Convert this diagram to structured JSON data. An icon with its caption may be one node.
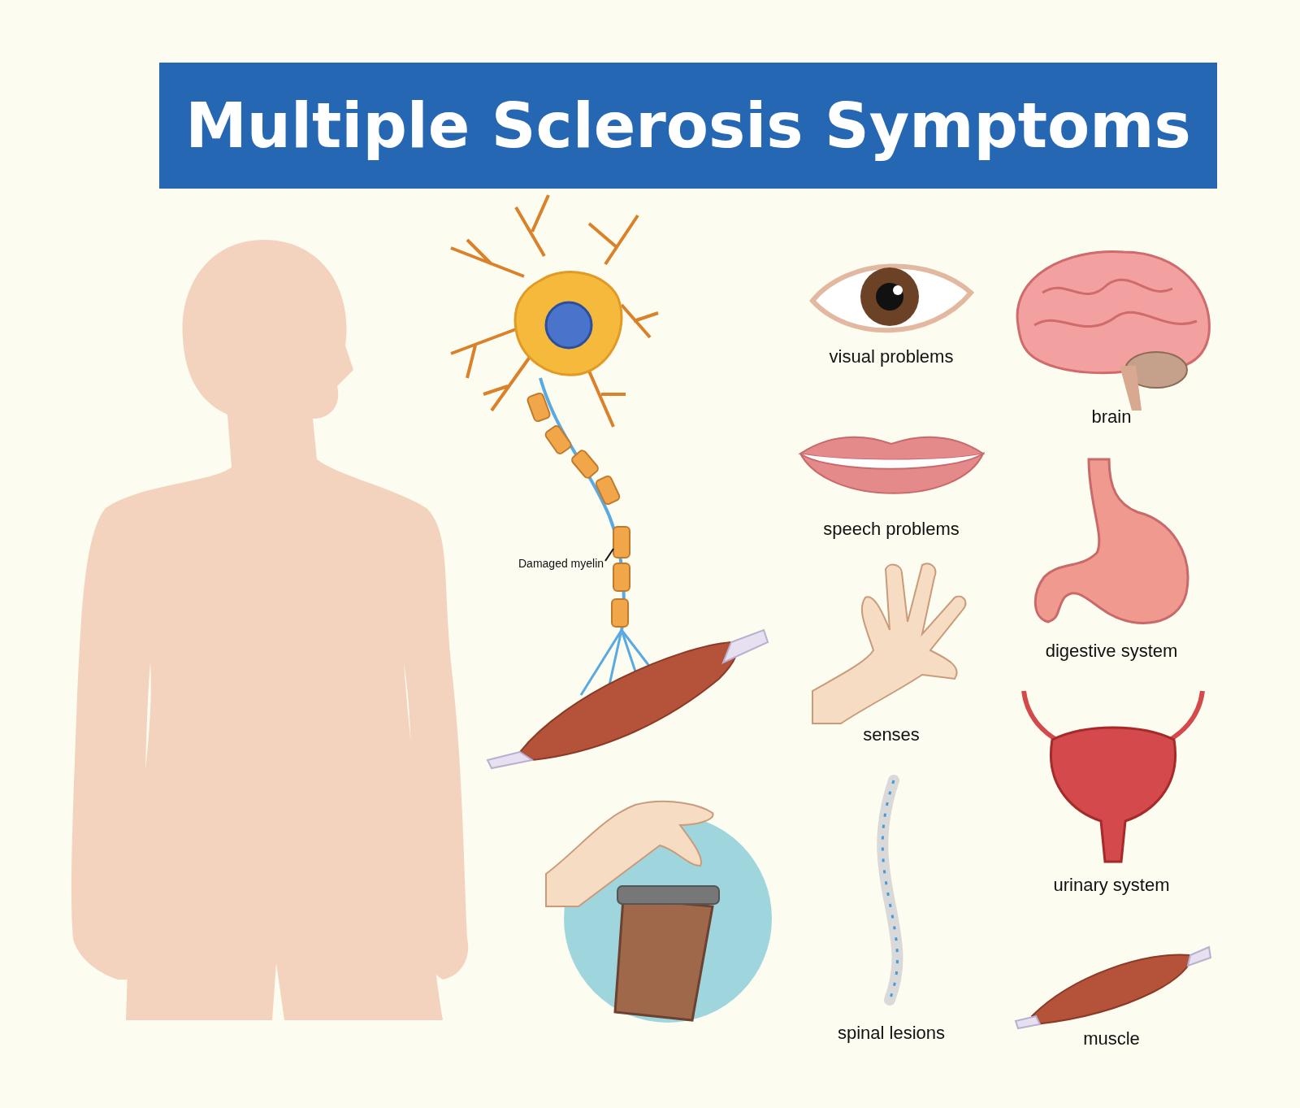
{
  "diagram": {
    "title": "Multiple Sclerosis Symptoms",
    "nodes": [
      {
        "text": [
          "Damaged myelin"
        ]
      },
      {
        "text": [],
        "shape": "box"
      }
    ],
    "edges": [
      {
        "from": 0,
        "to": 1,
        "arrow": "none"
      }
    ],
    "labels": [
      "visual problems",
      "brain",
      "speech problems",
      "digestive system",
      "senses",
      "urinary system",
      "spinal lesions",
      "muscle"
    ]
  }
}
